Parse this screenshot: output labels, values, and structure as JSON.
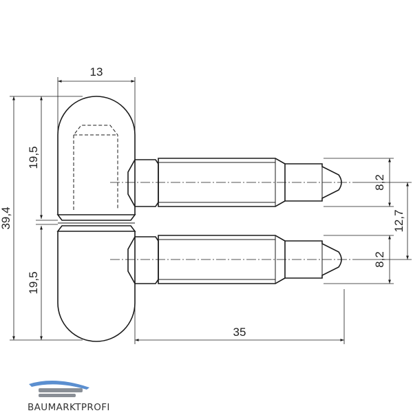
{
  "dimensions": {
    "width_top": "13",
    "total_height": "39,4",
    "upper_height": "19,5",
    "lower_height": "19,5",
    "pin_length": "35",
    "upper_pin_diameter": "8,2",
    "lower_pin_diameter": "8,2",
    "pin_spacing": "12,7"
  },
  "logo": {
    "text": "BAUMARKTPROFI",
    "colors": {
      "roof": "#5b8fd0",
      "bar": "#8a8f96",
      "text": "#333333"
    }
  }
}
